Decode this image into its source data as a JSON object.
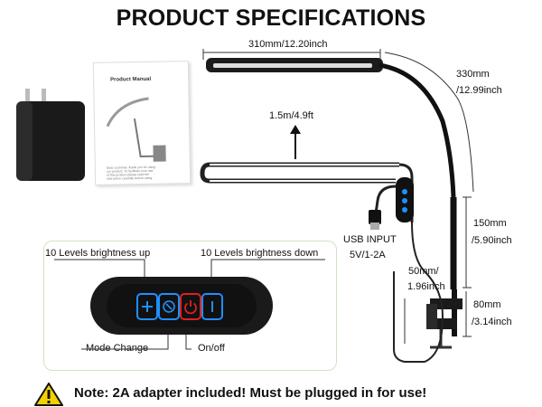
{
  "title": "PRODUCT SPECIFICATIONS",
  "dimensions": {
    "bar_width": "310mm/12.20inch",
    "gooseneck_a": "330mm",
    "gooseneck_b": "/12.99inch",
    "cable": "1.5m/4.9ft",
    "arm_a": "150mm",
    "arm_b": "/5.90inch",
    "clamp_a": "50mm/",
    "clamp_b": "1.96inch",
    "base_a": "80mm",
    "base_b": "/3.14inch"
  },
  "power": {
    "line1": "USB INPUT",
    "line2": "5V/1-2A"
  },
  "manual": {
    "title": "Product Manual",
    "body": "Dear customer, thank you for using our product. To facilitate your use of this product please read the instruction carefully before using."
  },
  "controller": {
    "brightness_up": "10 Levels brightness up",
    "brightness_down": "10 Levels brightness down",
    "mode_change": "Mode Change",
    "on_off": "On/off"
  },
  "note": "Note: 2A adapter included! Must be plugged in for use!",
  "colors": {
    "button_accent": "#1e90ff",
    "power_accent": "#e02020",
    "warning_yellow": "#f5d000",
    "panel_border": "#cfe3c8"
  }
}
